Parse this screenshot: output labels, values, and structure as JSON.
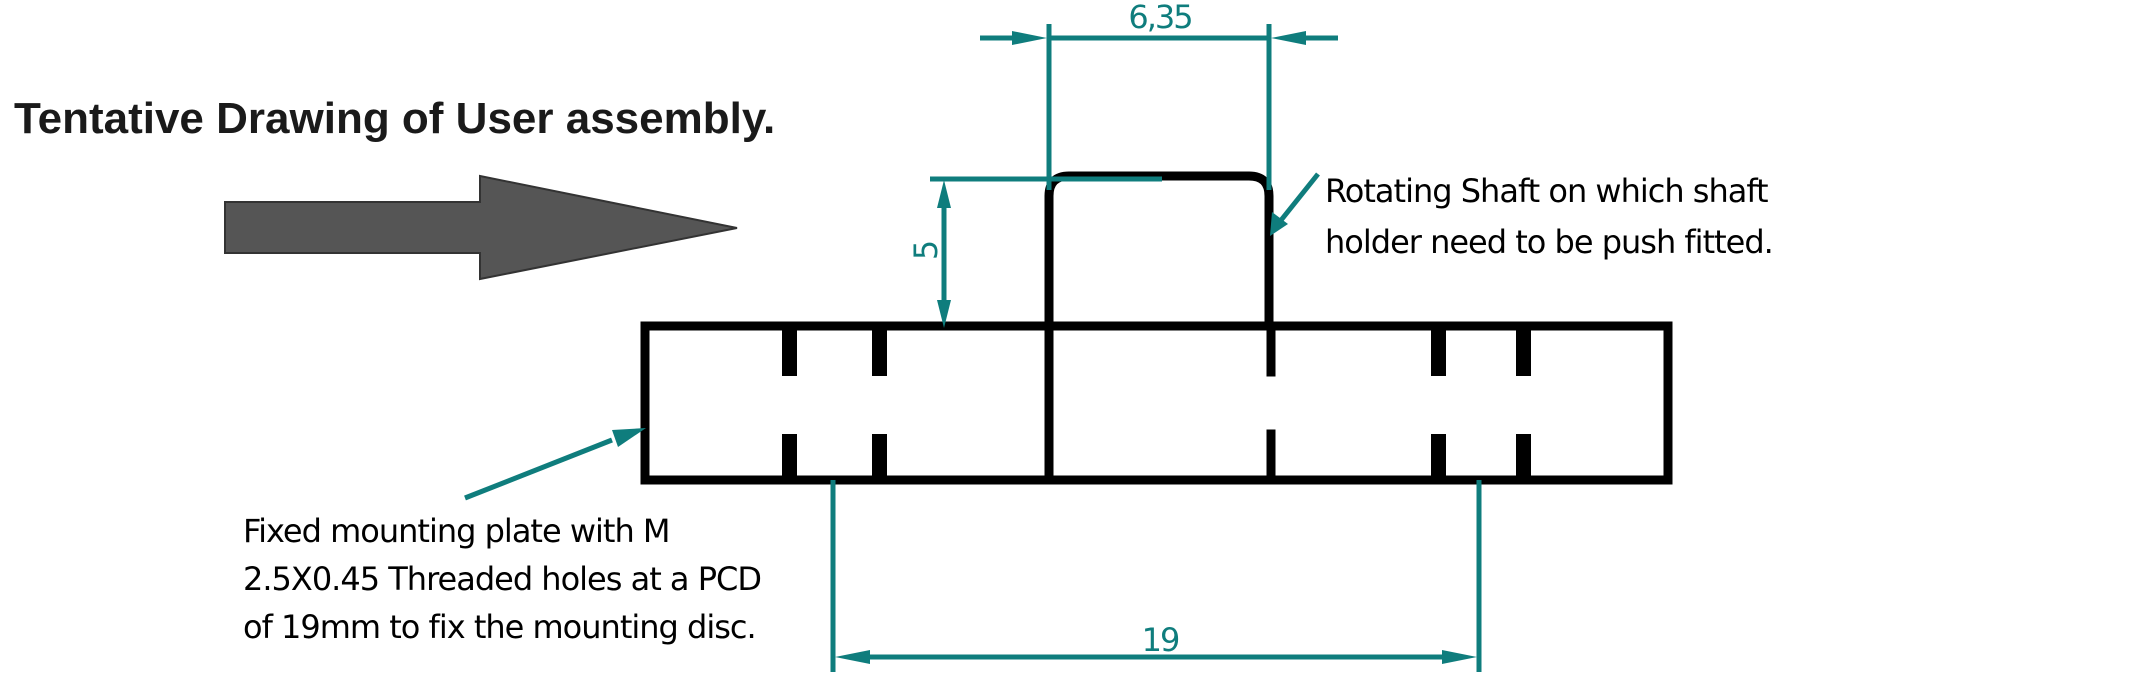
{
  "title": "Tentative Drawing of User assembly.",
  "shaft_note": {
    "lines": [
      "Rotating Shaft on which shaft",
      "holder need to be push fitted."
    ]
  },
  "plate_note": {
    "lines": [
      "Fixed mounting plate with M",
      "2.5X0.45 Threaded holes at a PCD",
      "of 19mm to fix the mounting disc."
    ]
  },
  "dimensions": {
    "shaft_width": "6,35",
    "shaft_height": "5",
    "pcd": "19"
  },
  "colors": {
    "dimension": "#0f7d7d",
    "outline": "#000000",
    "arrow_fill": "#555555",
    "arrow_stroke": "#333333",
    "title": "#1a1a1a"
  }
}
